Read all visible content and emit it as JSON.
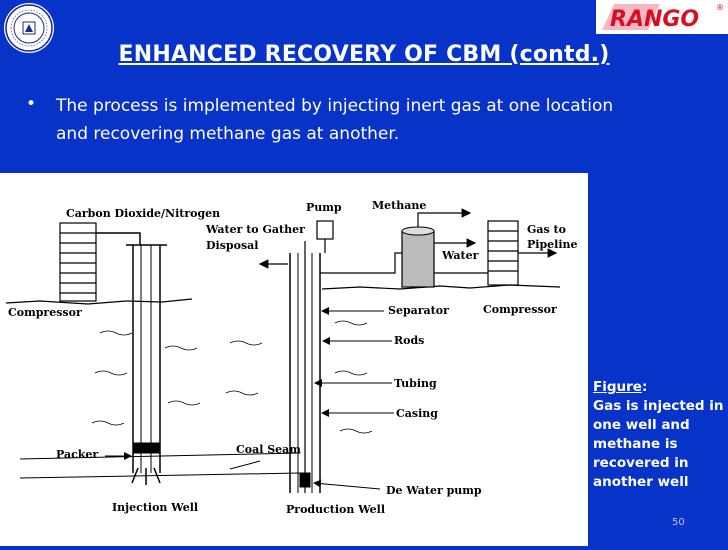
{
  "slide": {
    "title": "ENHANCED RECOVERY OF CBM (contd.)",
    "bullet": "The process is implemented by injecting inert gas at one location and recovering methane gas at another.",
    "caption_label": "Figure",
    "caption_colon": ":",
    "caption_text": "Gas is injected in one well and methane is recovered in another well",
    "page_number": "50"
  },
  "logo": {
    "text": "RANGO",
    "registered": "®"
  },
  "diagram": {
    "labels": {
      "co2_nitrogen": "Carbon Dioxide/Nitrogen",
      "compressor_left": "Compressor",
      "packer": "Packer",
      "injection_well": "Injection Well",
      "water_to_gather": "Water to Gather",
      "disposal": "Disposal",
      "pump": "Pump",
      "methane": "Methane",
      "water": "Water",
      "gas_to": "Gas to",
      "pipeline": "Pipeline",
      "separator": "Separator",
      "compressor_right": "Compressor",
      "rods": "Rods",
      "tubing": "Tubing",
      "casing": "Casing",
      "coal_seam": "Coal Seam",
      "de_water_pump": "De Water pump",
      "production_well": "Production Well"
    }
  }
}
